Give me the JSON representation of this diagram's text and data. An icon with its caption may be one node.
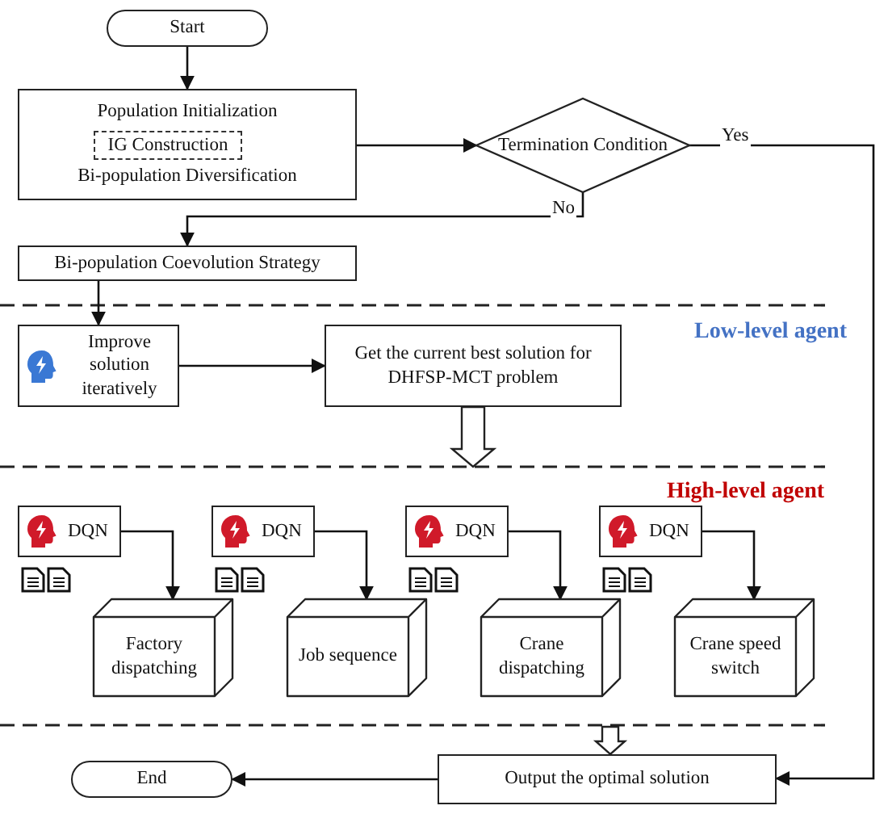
{
  "diagram": {
    "nodes": [
      {
        "text": [
          "Start"
        ]
      },
      {
        "text": [
          "Population Initialization",
          "Bi-population Diversification"
        ]
      },
      {
        "text": [
          "IG Construction"
        ],
        "in": 1
      },
      {
        "text": [
          "Termination Condition"
        ]
      },
      {
        "text": [
          "Bi-population Coevolution Strategy"
        ]
      },
      {
        "text": [
          "Improve solution iteratively"
        ]
      },
      {
        "text": [
          "Get the current best solution for DHFSP-MCT problem"
        ]
      },
      {
        "text": [
          "DQN"
        ]
      },
      {
        "text": [
          "DQN"
        ]
      },
      {
        "text": [
          "DQN"
        ]
      },
      {
        "text": [
          "DQN"
        ]
      },
      {
        "text": [
          "Factory dispatching"
        ]
      },
      {
        "text": [
          "Job sequence"
        ]
      },
      {
        "text": [
          "Crane dispatching"
        ]
      },
      {
        "text": [
          "Crane speed switch"
        ]
      },
      {
        "text": [
          "Output the optimal solution"
        ]
      },
      {
        "text": [
          "End"
        ]
      }
    ],
    "edges": [
      {
        "from": 0,
        "to": 1,
        "arrow": "to"
      },
      {
        "from": 1,
        "to": 3,
        "arrow": "to"
      },
      {
        "from": 3,
        "to": 15,
        "arrow": "to",
        "label": "Yes"
      },
      {
        "from": 3,
        "to": 4,
        "arrow": "to",
        "label": "No"
      },
      {
        "from": 4,
        "to": 5,
        "arrow": "to"
      },
      {
        "from": 5,
        "to": 6,
        "arrow": "to"
      },
      {
        "from": 6,
        "to": null,
        "arrow": "to",
        "style": "thick"
      },
      {
        "from": 7,
        "to": 11,
        "arrow": "to"
      },
      {
        "from": 8,
        "to": 12,
        "arrow": "to"
      },
      {
        "from": 9,
        "to": 13,
        "arrow": "to"
      },
      {
        "from": 10,
        "to": 14,
        "arrow": "to"
      },
      {
        "from": null,
        "to": 15,
        "arrow": "to",
        "style": "thick"
      },
      {
        "from": 15,
        "to": 16,
        "arrow": "to"
      }
    ],
    "labels": [
      "Low-level agent",
      "High-level agent"
    ]
  }
}
